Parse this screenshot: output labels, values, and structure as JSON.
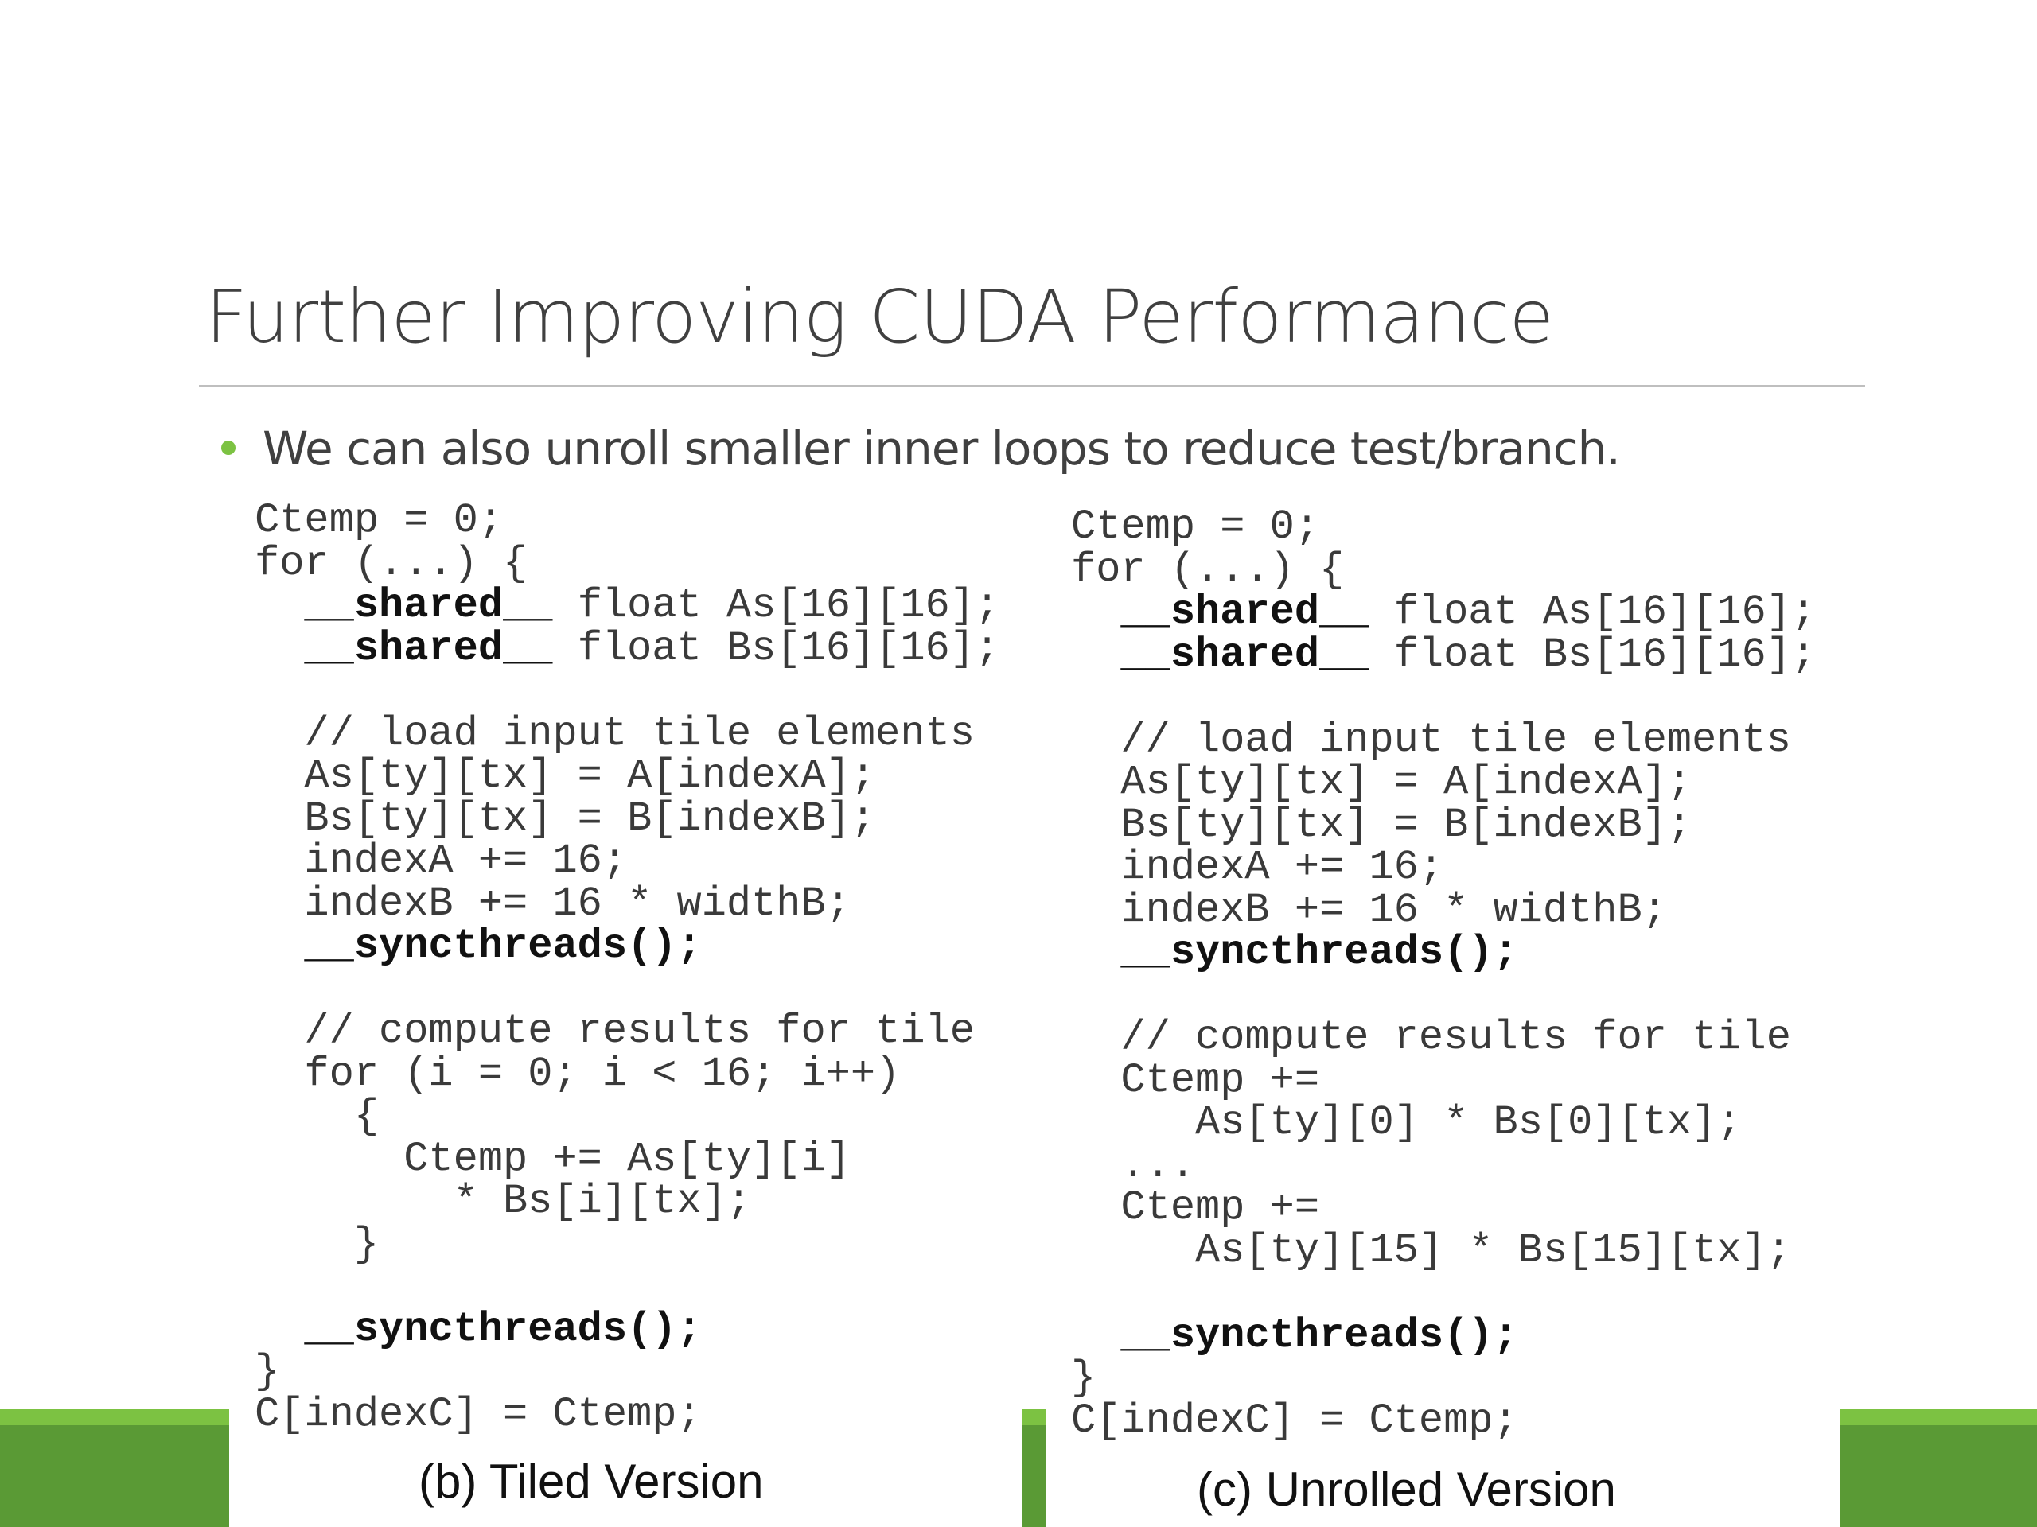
{
  "slide": {
    "title": "Further Improving CUDA Performance",
    "bullet": "We can also unroll smaller inner loops to reduce test/branch.",
    "colors": {
      "accent": "#7cc242",
      "footer": "#5a9a35",
      "text": "#404040"
    }
  },
  "left_panel": {
    "caption": "(b) Tiled Version",
    "lines": [
      "Ctemp = 0;",
      "for (...) {",
      "  __shared__ float As[16][16];",
      "  __shared__ float Bs[16][16];",
      "",
      "  // load input tile elements",
      "  As[ty][tx] = A[indexA];",
      "  Bs[ty][tx] = B[indexB];",
      "  indexA += 16;",
      "  indexB += 16 * widthB;",
      "  __syncthreads();",
      "",
      "  // compute results for tile",
      "  for (i = 0; i < 16; i++)",
      "    {",
      "      Ctemp += As[ty][i]",
      "        * Bs[i][tx];",
      "    }",
      "",
      "  __syncthreads();",
      "}",
      "C[indexC] = Ctemp;"
    ]
  },
  "right_panel": {
    "caption": "(c) Unrolled Version",
    "lines": [
      "Ctemp = 0;",
      "for (...) {",
      "  __shared__ float As[16][16];",
      "  __shared__ float Bs[16][16];",
      "",
      "  // load input tile elements",
      "  As[ty][tx] = A[indexA];",
      "  Bs[ty][tx] = B[indexB];",
      "  indexA += 16;",
      "  indexB += 16 * widthB;",
      "  __syncthreads();",
      "",
      "  // compute results for tile",
      "  Ctemp +=",
      "     As[ty][0] * Bs[0][tx];",
      "  ...",
      "  Ctemp +=",
      "     As[ty][15] * Bs[15][tx];",
      "",
      "  __syncthreads();",
      "}",
      "C[indexC] = Ctemp;"
    ]
  }
}
